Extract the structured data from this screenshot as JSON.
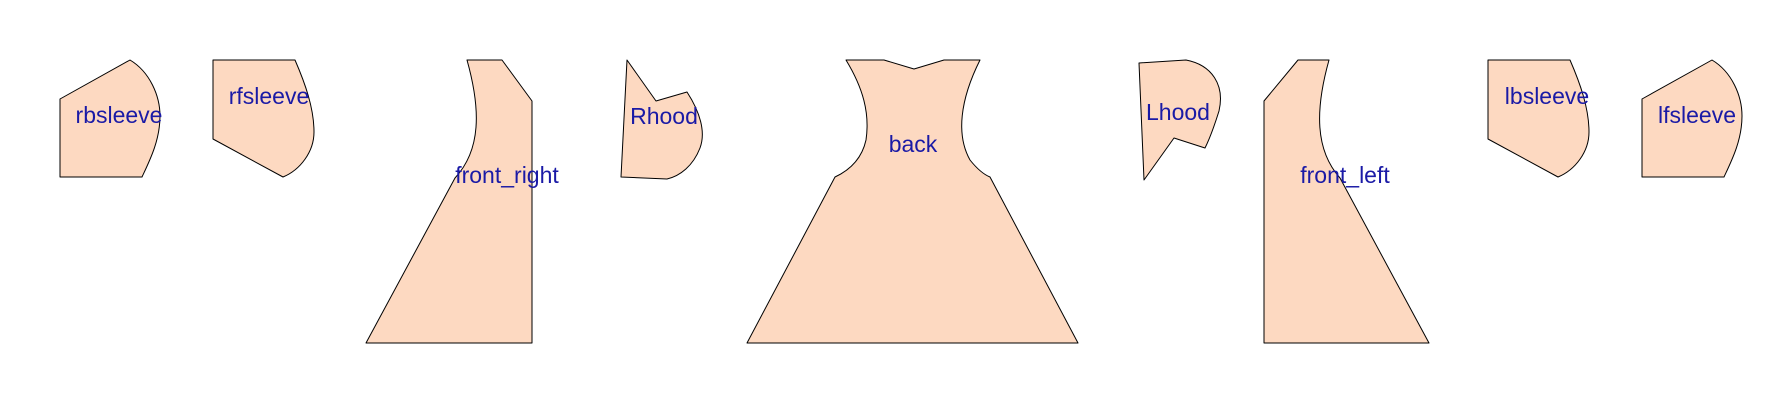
{
  "style": {
    "piece_fill": "#fdd9c1",
    "outline_color": "#000000",
    "label_color": "#1a1aa6"
  },
  "pieces": [
    {
      "id": "rbsleeve",
      "label": "rbsleeve"
    },
    {
      "id": "rfsleeve",
      "label": "rfsleeve"
    },
    {
      "id": "front_right",
      "label": "front_right"
    },
    {
      "id": "rhood",
      "label": "Rhood"
    },
    {
      "id": "back",
      "label": "back"
    },
    {
      "id": "lhood",
      "label": "Lhood"
    },
    {
      "id": "front_left",
      "label": "front_left"
    },
    {
      "id": "lbsleeve",
      "label": "lbsleeve"
    },
    {
      "id": "lfsleeve",
      "label": "lfsleeve"
    }
  ]
}
